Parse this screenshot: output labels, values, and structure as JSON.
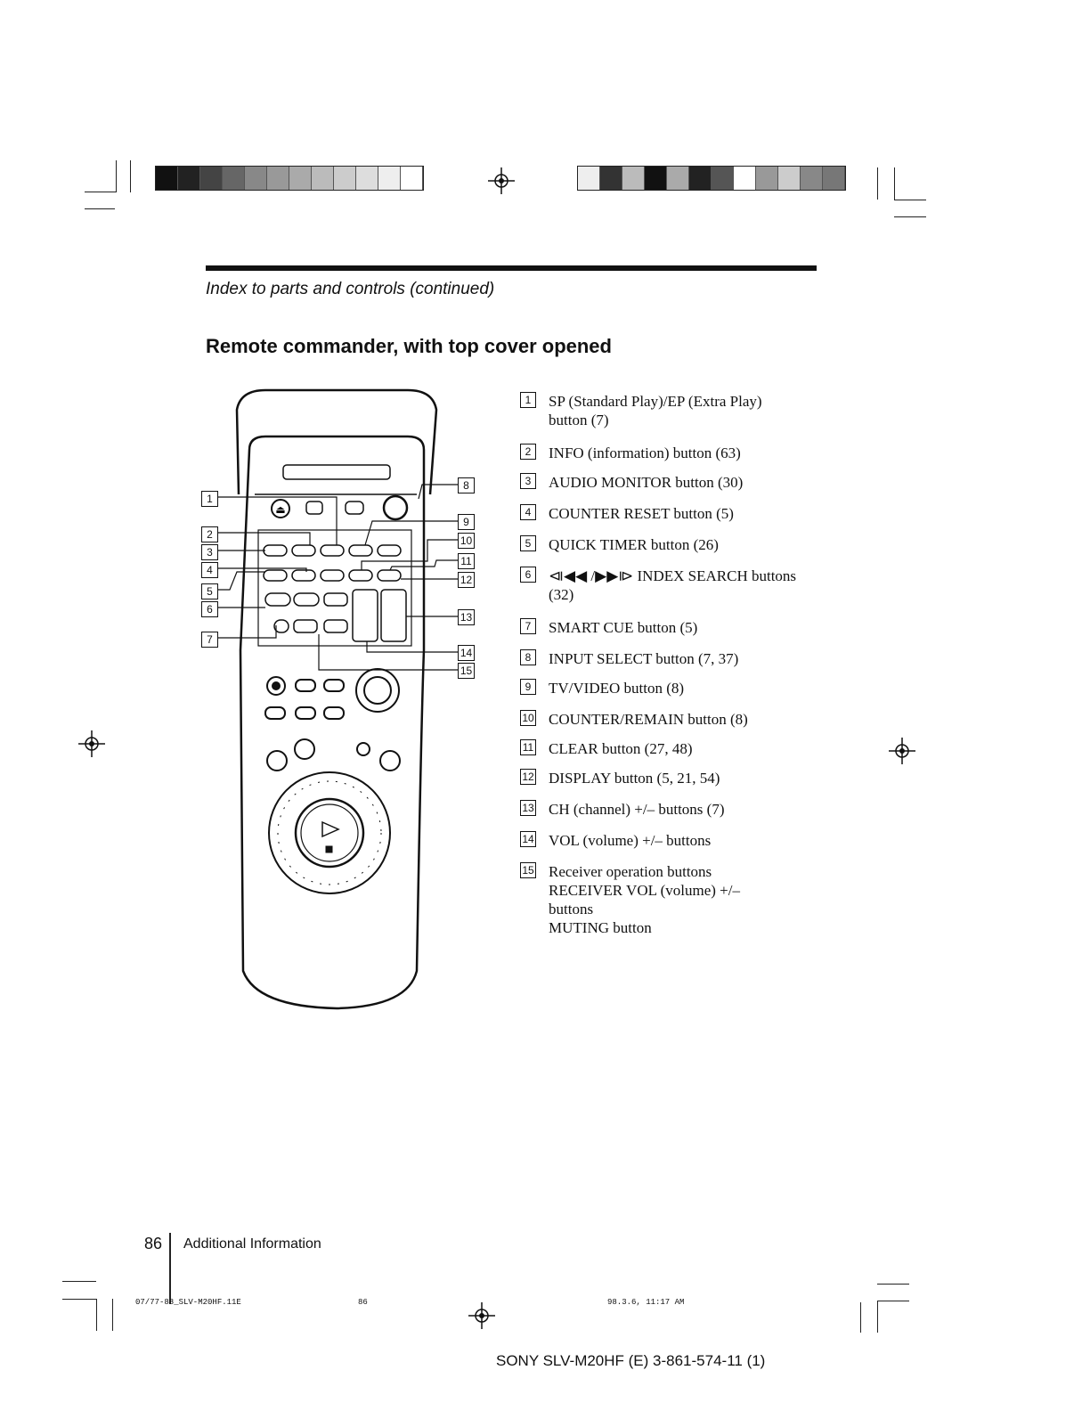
{
  "header": {
    "section_title": "Index to parts and controls (continued)",
    "heading": "Remote commander, with top cover opened"
  },
  "parts": [
    {
      "num": "1",
      "lines": [
        "SP (Standard Play)/EP (Extra Play)",
        "button (7)"
      ]
    },
    {
      "num": "2",
      "lines": [
        "INFO (information) button (63)"
      ]
    },
    {
      "num": "3",
      "lines": [
        "AUDIO MONITOR button (30)"
      ]
    },
    {
      "num": "4",
      "lines": [
        "COUNTER RESET button (5)"
      ]
    },
    {
      "num": "5",
      "lines": [
        "QUICK TIMER button (26)"
      ]
    },
    {
      "num": "6",
      "lines": [
        "⧏◀◀ /▶▶⧐ INDEX SEARCH buttons",
        "(32)"
      ]
    },
    {
      "num": "7",
      "lines": [
        "SMART CUE button (5)"
      ]
    },
    {
      "num": "8",
      "lines": [
        "INPUT SELECT button (7, 37)"
      ]
    },
    {
      "num": "9",
      "lines": [
        "TV/VIDEO button (8)"
      ]
    },
    {
      "num": "10",
      "lines": [
        "COUNTER/REMAIN button (8)"
      ]
    },
    {
      "num": "11",
      "lines": [
        "CLEAR button (27, 48)"
      ]
    },
    {
      "num": "12",
      "lines": [
        "DISPLAY button (5, 21, 54)"
      ]
    },
    {
      "num": "13",
      "lines": [
        "CH (channel) +/– buttons (7)"
      ]
    },
    {
      "num": "14",
      "lines": [
        "VOL (volume) +/– buttons"
      ]
    },
    {
      "num": "15",
      "lines": [
        "Receiver operation buttons",
        "RECEIVER VOL (volume) +/–",
        "buttons",
        "MUTING button"
      ]
    }
  ],
  "callouts_left": [
    "1",
    "2",
    "3",
    "4",
    "5",
    "6",
    "7"
  ],
  "callouts_right": [
    "8",
    "9",
    "10",
    "11",
    "12",
    "13",
    "14",
    "15"
  ],
  "footer": {
    "page_number": "86",
    "section": "Additional Information",
    "file_code": "07/77-88_SLV-M20HF.11E",
    "small_page": "86",
    "timestamp": "98.3.6, 11:17 AM",
    "product_line": "SONY  SLV-M20HF (E)   3-861-574-11 (1)"
  }
}
